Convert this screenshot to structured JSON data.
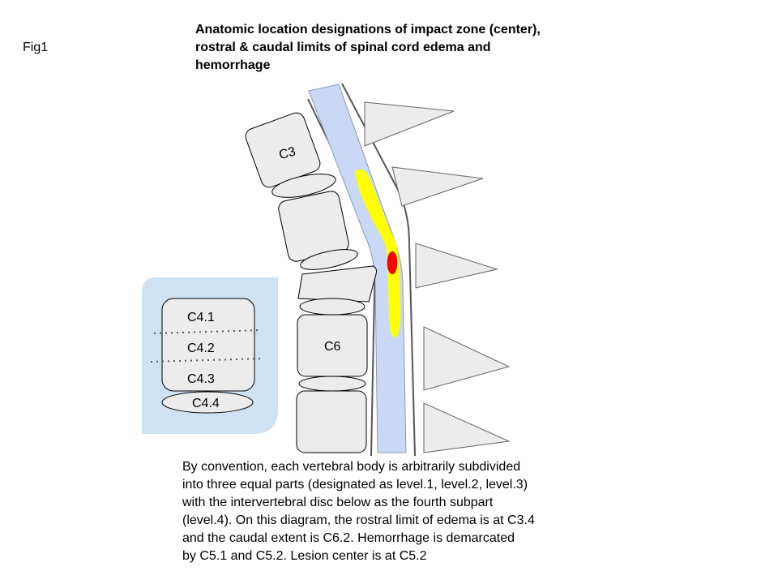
{
  "figure_label": "Fig1",
  "title": "Anatomic location designations of impact zone (center),\nrostral & caudal limits of  spinal cord edema and\nhemorrhage",
  "vertebra_labels": {
    "c3": "C3",
    "c6": "C6"
  },
  "inset": {
    "labels": [
      "C4.1",
      "C4.2",
      "C4.3",
      "C4.4"
    ]
  },
  "caption": "By convention, each vertebral body is arbitrarily subdivided\ninto three equal parts (designated as level.1, level.2, level.3)\nwith the intervertebral disc below as the fourth subpart\n(level.4). On this diagram, the rostral limit of edema is at C3.4\nand the caudal extent is C6.2.  Hemorrhage is demarcated\nby C5.1 and C5.2. Lesion center is at C5.2",
  "colors": {
    "cord": "#c9d9f5",
    "edema": "#ffff00",
    "hemorrhage": "#ff0000",
    "inset_background": "#cfe2f3",
    "spinous_process": "#ececec"
  }
}
